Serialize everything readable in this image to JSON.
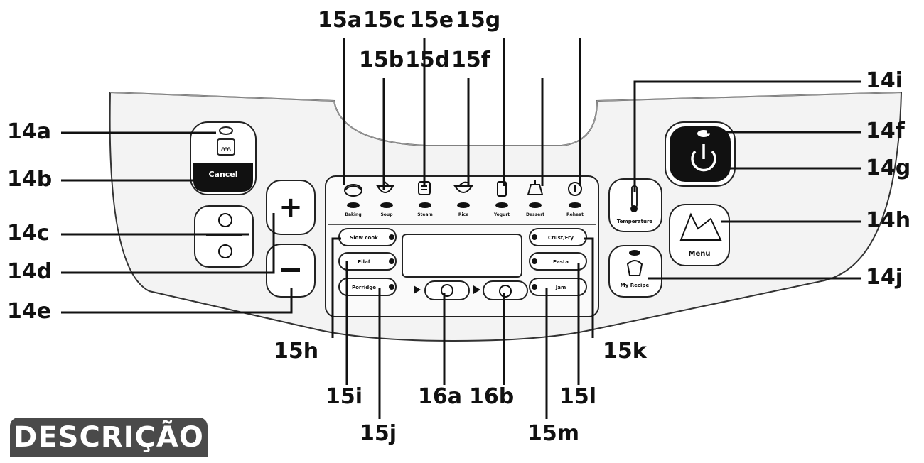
{
  "labels": {
    "l14a": "14a",
    "l14b": "14b",
    "l14c": "14c",
    "l14d": "14d",
    "l14e": "14e",
    "l14f": "14f",
    "l14g": "14g",
    "l14h": "14h",
    "l14i": "14i",
    "l14j": "14j",
    "l15a": "15a",
    "l15b": "15b",
    "l15c": "15c",
    "l15d": "15d",
    "l15e": "15e",
    "l15f": "15f",
    "l15g": "15g",
    "l15h": "15h",
    "l15i": "15i",
    "l15j": "15j",
    "l15k": "15k",
    "l15l": "15l",
    "l15m": "15m",
    "l16a": "16a",
    "l16b": "16b"
  },
  "panel": {
    "cancel": "Cancel",
    "menu": "Menu",
    "temperature": "Temperature",
    "my_recipe": "My Recipe",
    "programs": [
      "Baking",
      "Soup",
      "Steam",
      "Rice",
      "Yogurt",
      "Dessert",
      "Reheat"
    ],
    "left_buttons": [
      "Slow cook",
      "Pilaf",
      "Porridge"
    ],
    "right_buttons": [
      "Crust/Fry",
      "Pasta",
      "Jam"
    ]
  },
  "section_title": "DESCRIÇÃO"
}
